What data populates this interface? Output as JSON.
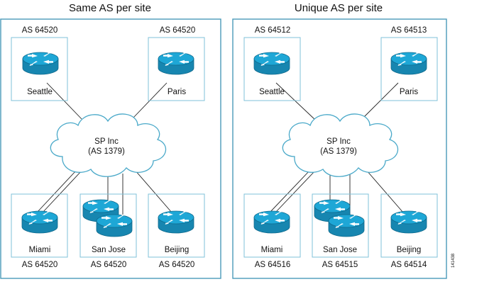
{
  "panels": [
    {
      "title": "Same AS per site",
      "cloud": {
        "name": "SP Inc",
        "as": "(AS 1379)"
      },
      "sites": {
        "seattle": {
          "name": "Seattle",
          "as": "AS 64520"
        },
        "paris": {
          "name": "Paris",
          "as": "AS 64520"
        },
        "miami": {
          "name": "Miami",
          "as": "AS 64520"
        },
        "sanjose": {
          "name": "San Jose",
          "as": "AS 64520"
        },
        "beijing": {
          "name": "Beijing",
          "as": "AS 64520"
        }
      }
    },
    {
      "title": "Unique AS per site",
      "cloud": {
        "name": "SP Inc",
        "as": "(AS 1379)"
      },
      "sites": {
        "seattle": {
          "name": "Seattle",
          "as": "AS 64512"
        },
        "paris": {
          "name": "Paris",
          "as": "AS 64513"
        },
        "miami": {
          "name": "Miami",
          "as": "AS 64516"
        },
        "sanjose": {
          "name": "San Jose",
          "as": "AS 64515"
        },
        "beijing": {
          "name": "Beijing",
          "as": "AS 64514"
        }
      }
    }
  ],
  "figure_id": "141438",
  "colors": {
    "panel_border": "#4a9ab8",
    "site_border": "#7fc2d8",
    "router_fill": "#1ea7d6",
    "router_dark": "#1786b0",
    "cloud_stroke": "#4aa9c9",
    "line": "#222222"
  }
}
